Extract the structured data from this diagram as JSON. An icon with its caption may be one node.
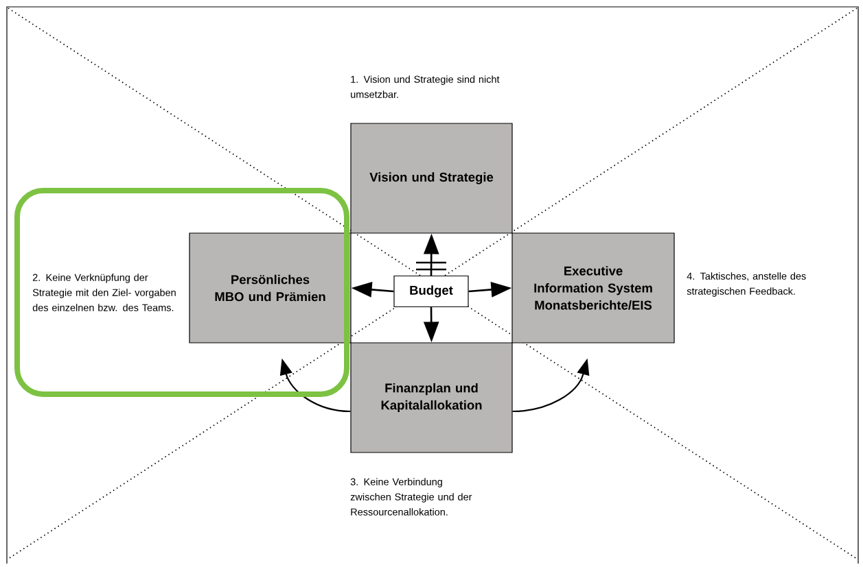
{
  "diagram": {
    "nodes": [
      {
        "text": [
          "Vision und Strategie"
        ]
      },
      {
        "text": [
          "Persönliches MBO und Prämien"
        ]
      },
      {
        "text": [
          "Budget"
        ]
      },
      {
        "text": [
          "Executive Information System Monatsberichte/EIS"
        ]
      },
      {
        "text": [
          "Finanzplan und Kapitalallokation"
        ]
      }
    ],
    "edges": [
      {
        "from": 2,
        "to": 0,
        "arrow": "to"
      },
      {
        "from": 2,
        "to": 1,
        "arrow": "to"
      },
      {
        "from": 2,
        "to": 3,
        "arrow": "to"
      },
      {
        "from": 2,
        "to": 4,
        "arrow": "to"
      },
      {
        "from": 4,
        "to": 1,
        "arrow": "to"
      },
      {
        "from": 4,
        "to": 3,
        "arrow": "to"
      }
    ],
    "labels": [
      "1. Vision und Strategie sind nicht umsetzbar.",
      "2. Keine Verknüpfung der Strategie mit den Ziel- vorgaben des einzelnen bzw. des Teams.",
      "3. Keine Verbindung zwischen Strategie und der Ressourcenallokation.",
      "4. Taktisches, anstelle des strategischen Feedback."
    ]
  }
}
